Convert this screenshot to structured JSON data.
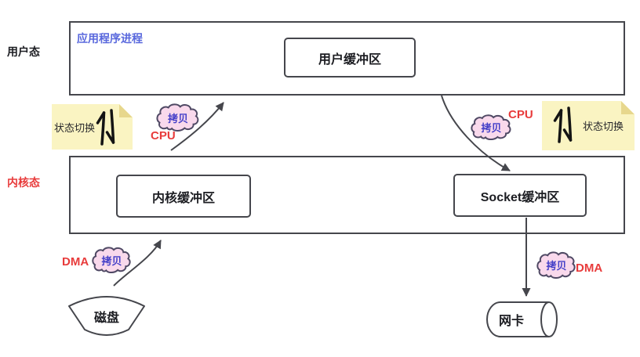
{
  "colors": {
    "line": "#45464c",
    "accent_blue": "#5968dd",
    "accent_red": "#e83b3b",
    "note_yellow": "#faf4c2",
    "note_fold": "#e7d78d",
    "cloud_pink": "#f9d9ec",
    "cloud_border": "#4f4964",
    "cloud_text_blue": "#4540c8",
    "text_dark": "#1c1d22"
  },
  "labels": {
    "user_mode": "用户态",
    "kernel_mode": "内核态",
    "app_process": "应用程序进程"
  },
  "boxes": {
    "user_buffer": "用户缓冲区",
    "kernel_buffer": "内核缓冲区",
    "socket_buffer": "Socket缓冲区"
  },
  "notes": {
    "left": "状态切换",
    "right": "状态切换"
  },
  "copies": [
    {
      "label": "拷贝",
      "type": "CPU"
    },
    {
      "label": "拷贝",
      "type": "CPU"
    },
    {
      "label": "拷贝",
      "type": "DMA"
    },
    {
      "label": "拷贝",
      "type": "DMA"
    }
  ],
  "devices": {
    "disk": "磁盘",
    "nic": "网卡"
  }
}
